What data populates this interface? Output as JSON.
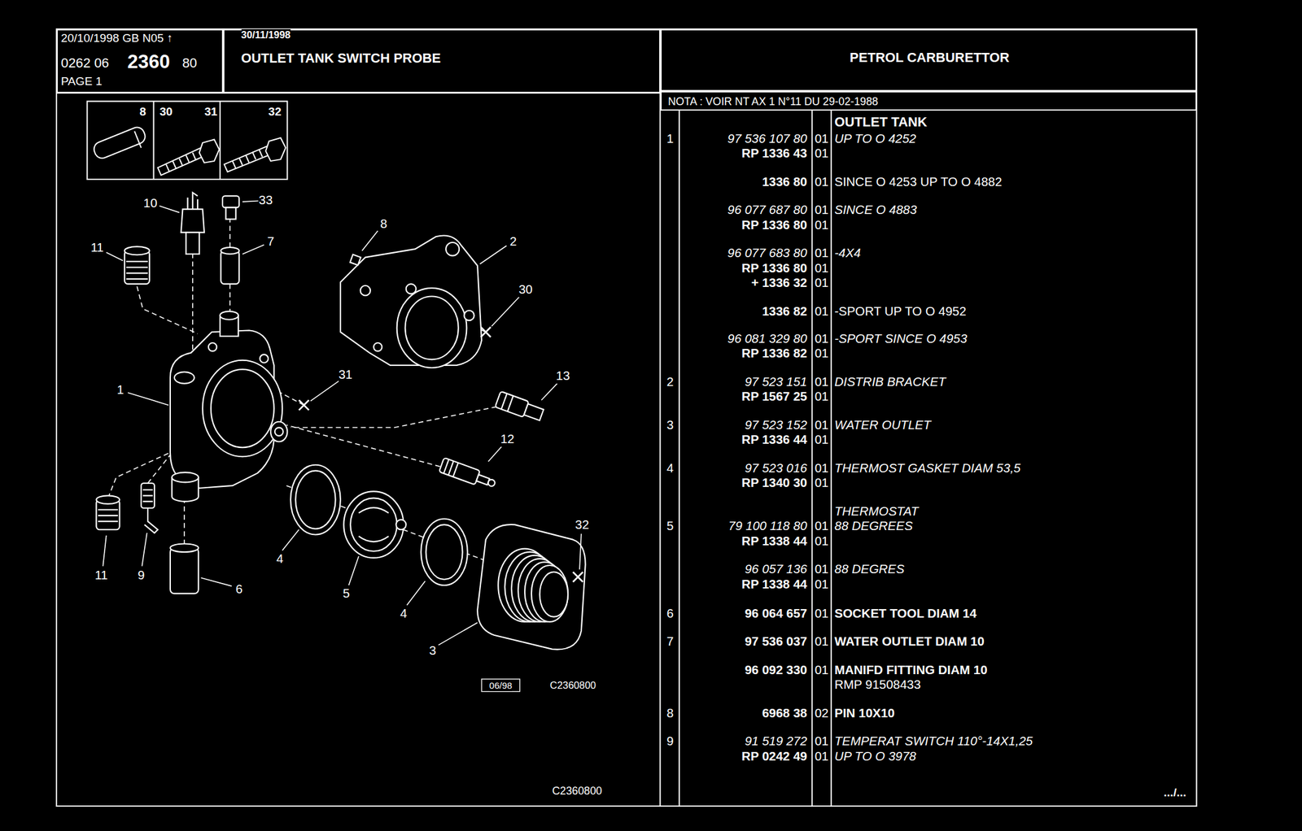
{
  "diagram": {
    "nodes": [
      {
        "text": [
          "20/10/1998 GB N05 ↑",
          "0262 06",
          "2360",
          "80",
          "PAGE 1"
        ]
      },
      {
        "text": [
          "30/11/1998",
          "OUTLET TANK SWITCH PROBE"
        ]
      },
      {
        "text": [
          "PETROL CARBURETTOR"
        ]
      },
      {
        "text": [
          "NOTA : VOIR NT AX 1 N°11 DU 29-02-1988"
        ]
      }
    ],
    "labels": [
      "8",
      "30",
      "31",
      "32",
      "10",
      "33",
      "11",
      "7",
      "8",
      "2",
      "30",
      "1",
      "31",
      "13",
      "12",
      "32",
      "4",
      "5",
      "4",
      "3",
      "11",
      "9",
      "6",
      "06/98",
      "C2360800",
      "C2360800",
      "OUTLET TANK",
      "1",
      "97 536 107 80",
      "01",
      "UP TO O 4252",
      "RP 1336 43",
      "01",
      "1336 80",
      "01",
      "SINCE O 4253 UP TO O 4882",
      "96 077 687 80",
      "01",
      "SINCE O 4883",
      "RP 1336 80",
      "01",
      "96 077 683 80",
      "01",
      "-4X4",
      "RP 1336 80",
      "01",
      "+ 1336 32",
      "01",
      "1336 82",
      "01",
      "-SPORT UP TO O 4952",
      "96 081 329 80",
      "01",
      "-SPORT SINCE O 4953",
      "RP 1336 82",
      "01",
      "2",
      "97 523 151",
      "01",
      "DISTRIB BRACKET",
      "RP 1567 25",
      "01",
      "3",
      "97 523 152",
      "01",
      "WATER OUTLET",
      "RP 1336 44",
      "01",
      "4",
      "97 523 016",
      "01",
      "THERMOST GASKET DIAM 53,5",
      "RP 1340 30",
      "01",
      "THERMOSTAT",
      "5",
      "79 100 118 80",
      "01",
      "88 DEGREES",
      "RP 1338 44",
      "01",
      "96 057 136",
      "01",
      "88 DEGRES",
      "RP 1338 44",
      "01",
      "6",
      "96 064 657",
      "01",
      "SOCKET TOOL DIAM 14",
      "7",
      "97 536 037",
      "01",
      "WATER OUTLET DIAM 10",
      "96 092 330",
      "01",
      "MANIFD FITTING DIAM 10",
      "RMP 91508433",
      "8",
      "6968 38",
      "02",
      "PIN 10X10",
      "9",
      "91 519 272",
      "01",
      "TEMPERAT SWITCH 110°-14X1,25",
      "RP 0242 49",
      "01",
      "UP TO O 3978",
      ".../..."
    ]
  }
}
